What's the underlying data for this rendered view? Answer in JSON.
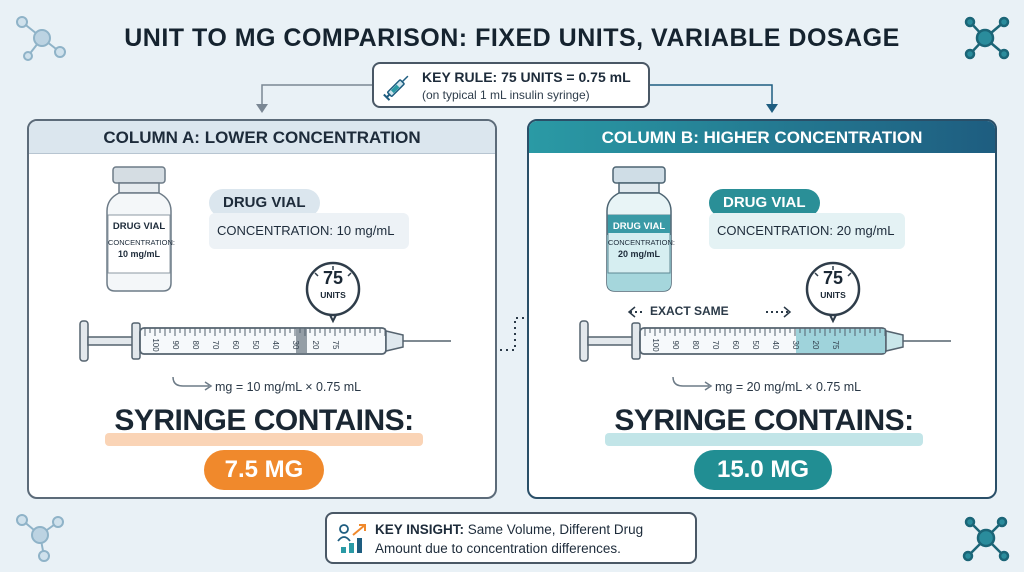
{
  "title": "UNIT TO MG COMPARISON: FIXED UNITS, VARIABLE DOSAGE",
  "key_rule": {
    "main": "KEY RULE: 75 UNITS = 0.75 mL",
    "sub": "(on typical 1 mL insulin syringe)",
    "icon": "syringe-icon"
  },
  "column_a": {
    "header": "COLUMN A: LOWER CONCENTRATION",
    "vial_label_name": "DRUG VIAL",
    "vial_label_conc": "CONCENTRATION:",
    "vial_label_value": "10 mg/mL",
    "drug_vial_tag": "DRUG VIAL",
    "concentration_text": "CONCENTRATION: 10 mg/mL",
    "gauge_value": "75",
    "gauge_unit": "UNITS",
    "formula": "mg = 10 mg/mL × 0.75 mL",
    "contains_label": "SYRINGE CONTAINS:",
    "result": "7.5 MG",
    "accent_color": "#f0892c"
  },
  "column_b": {
    "header": "COLUMN B: HIGHER CONCENTRATION",
    "vial_label_name": "DRUG VIAL",
    "vial_label_conc": "CONCENTRATION:",
    "vial_label_value": "20 mg/mL",
    "drug_vial_tag": "DRUG VIAL",
    "concentration_text": "CONCENTRATION: 20 mg/mL",
    "gauge_value": "75",
    "gauge_unit": "UNITS",
    "formula": "mg = 20 mg/mL × 0.75 mL",
    "contains_label": "SYRINGE CONTAINS:",
    "result": "15.0 MG",
    "accent_color": "#218e93"
  },
  "syringe_scale": [
    "100",
    "90",
    "80",
    "70",
    "60",
    "50",
    "40",
    "30",
    "20",
    "75"
  ],
  "exact_same": "EXACT SAME",
  "insight": {
    "bold": "KEY INSIGHT:",
    "line1_rest": " Same Volume, Different Drug",
    "line2": "Amount due to concentration differences.",
    "icon": "growth-chart-icon"
  },
  "decor_icons": [
    "molecule-icon"
  ]
}
